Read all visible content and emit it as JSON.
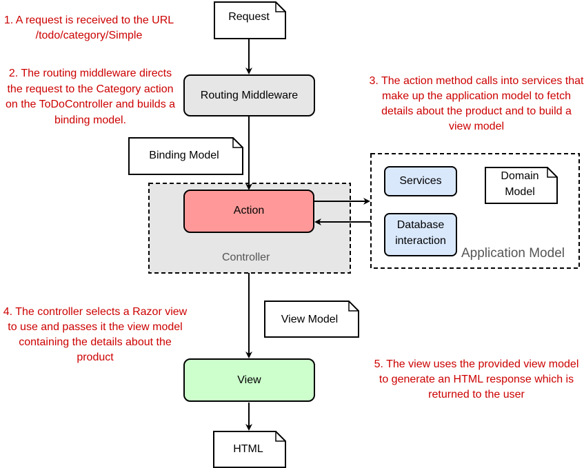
{
  "nodes": {
    "request": "Request",
    "routing": "Routing Middleware",
    "binding_model": "Binding Model",
    "action": "Action",
    "controller": "Controller",
    "services": "Services",
    "domain_model": "Domain Model",
    "database": "Database interaction",
    "application_model": "Application Model",
    "view_model": "View Model",
    "view": "View",
    "html": "HTML"
  },
  "steps": [
    "1. A request is received to the URL /todo/category/Simple",
    "2. The routing middleware directs the request to the Category action on the ToDoController and builds a binding model.",
    "3. The action method calls into services that make up the application model to fetch details about the product and to build a view model",
    "4. The controller selects a Razor view to use and passes it the view model containing the details about the product",
    "5. The view uses the provided view model to generate an HTML response which is returned to the user"
  ],
  "colors": {
    "annotation": "#cc0000",
    "routing_fill": "#e6e6e6",
    "action_fill": "#ff9999",
    "action_stroke": "#b85450",
    "view_fill": "#ccffcc",
    "service_fill": "#dae8fc",
    "controller_fill": "#e6e6e6"
  }
}
